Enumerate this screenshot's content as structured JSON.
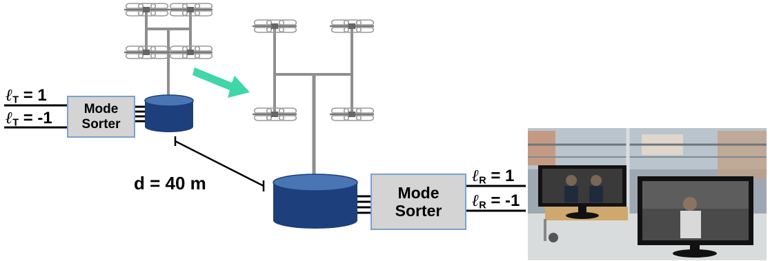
{
  "tx": {
    "sorter_line1": "Mode",
    "sorter_line2": "Sorter",
    "mode1": {
      "symbol": "ℓ",
      "sub": "T",
      "rest": " = 1"
    },
    "mode2": {
      "symbol": "ℓ",
      "sub": "T",
      "rest": " = -1"
    }
  },
  "rx": {
    "sorter_line1": "Mode",
    "sorter_line2": "Sorter",
    "mode1": {
      "symbol": "ℓ",
      "sub": "R",
      "rest": " = 1"
    },
    "mode2": {
      "symbol": "ℓ",
      "sub": "R",
      "rest": " = -1"
    }
  },
  "distance_label": "d = 40 m",
  "colors": {
    "drum": "#1d3f7c",
    "drum_top": "#4a75b5",
    "sorter_fill": "#d4d4d4",
    "sorter_border": "#7aa0cf",
    "arrow": "#3fd6a8",
    "mast": "#8f8f8f"
  },
  "photo": {
    "description_icons": [
      "monitor-left",
      "monitor-right"
    ]
  }
}
